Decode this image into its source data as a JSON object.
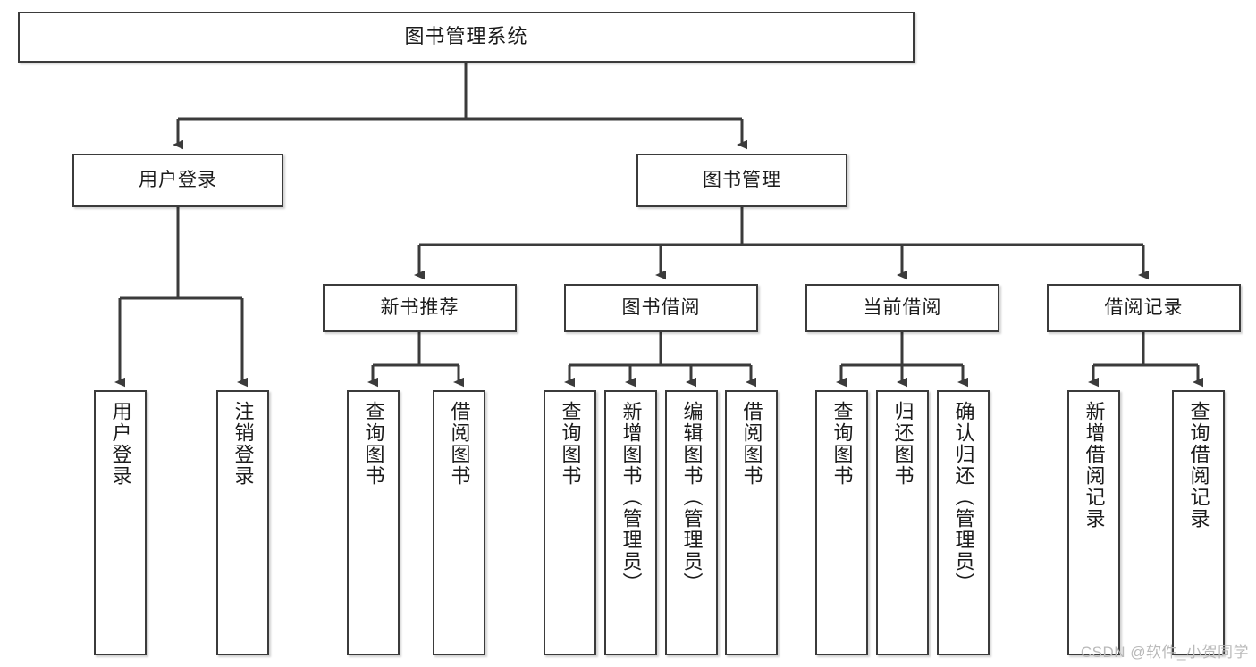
{
  "diagram": {
    "title": "图书管理系统",
    "type": "tree",
    "watermark": "CSDN @软件_小贺同学",
    "colors": {
      "box_border": "#3b3b3b",
      "box_fill": "#ffffff",
      "connector": "#3b3b3b",
      "text": "#1b1b1b",
      "watermark": "#b9b9b9"
    },
    "levels": {
      "root": "图书管理系统",
      "level2": [
        "用户登录",
        "图书管理"
      ],
      "level3": [
        "新书推荐",
        "图书借阅",
        "当前借阅",
        "借阅记录"
      ]
    },
    "nodes": {
      "root": {
        "label": "图书管理系统",
        "orientation": "horizontal"
      },
      "user_login": {
        "label": "用户登录",
        "orientation": "horizontal"
      },
      "book_manage": {
        "label": "图书管理",
        "orientation": "horizontal"
      },
      "new_book_rec": {
        "label": "新书推荐",
        "orientation": "horizontal"
      },
      "book_borrow": {
        "label": "图书借阅",
        "orientation": "horizontal"
      },
      "current_borrow": {
        "label": "当前借阅",
        "orientation": "horizontal"
      },
      "borrow_record": {
        "label": "借阅记录",
        "orientation": "horizontal"
      },
      "leaf_user_login": {
        "label": "用户登录",
        "orientation": "vertical"
      },
      "leaf_logout": {
        "label": "注销登录",
        "orientation": "vertical"
      },
      "leaf_rec_query": {
        "label": "查询图书",
        "orientation": "vertical"
      },
      "leaf_rec_borrow": {
        "label": "借阅图书",
        "orientation": "vertical"
      },
      "leaf_borrow_query": {
        "label": "查询图书",
        "orientation": "vertical"
      },
      "leaf_borrow_add": {
        "label": "新增图书（管理员）",
        "orientation": "vertical"
      },
      "leaf_borrow_edit": {
        "label": "编辑图书（管理员）",
        "orientation": "vertical"
      },
      "leaf_borrow_borrow": {
        "label": "借阅图书",
        "orientation": "vertical"
      },
      "leaf_cur_query": {
        "label": "查询图书",
        "orientation": "vertical"
      },
      "leaf_cur_return": {
        "label": "归还图书",
        "orientation": "vertical"
      },
      "leaf_cur_confirm": {
        "label": "确认归还（管理员）",
        "orientation": "vertical"
      },
      "leaf_rec_add": {
        "label": "新增借阅记录",
        "orientation": "vertical"
      },
      "leaf_rec_search": {
        "label": "查询借阅记录",
        "orientation": "vertical"
      }
    }
  }
}
